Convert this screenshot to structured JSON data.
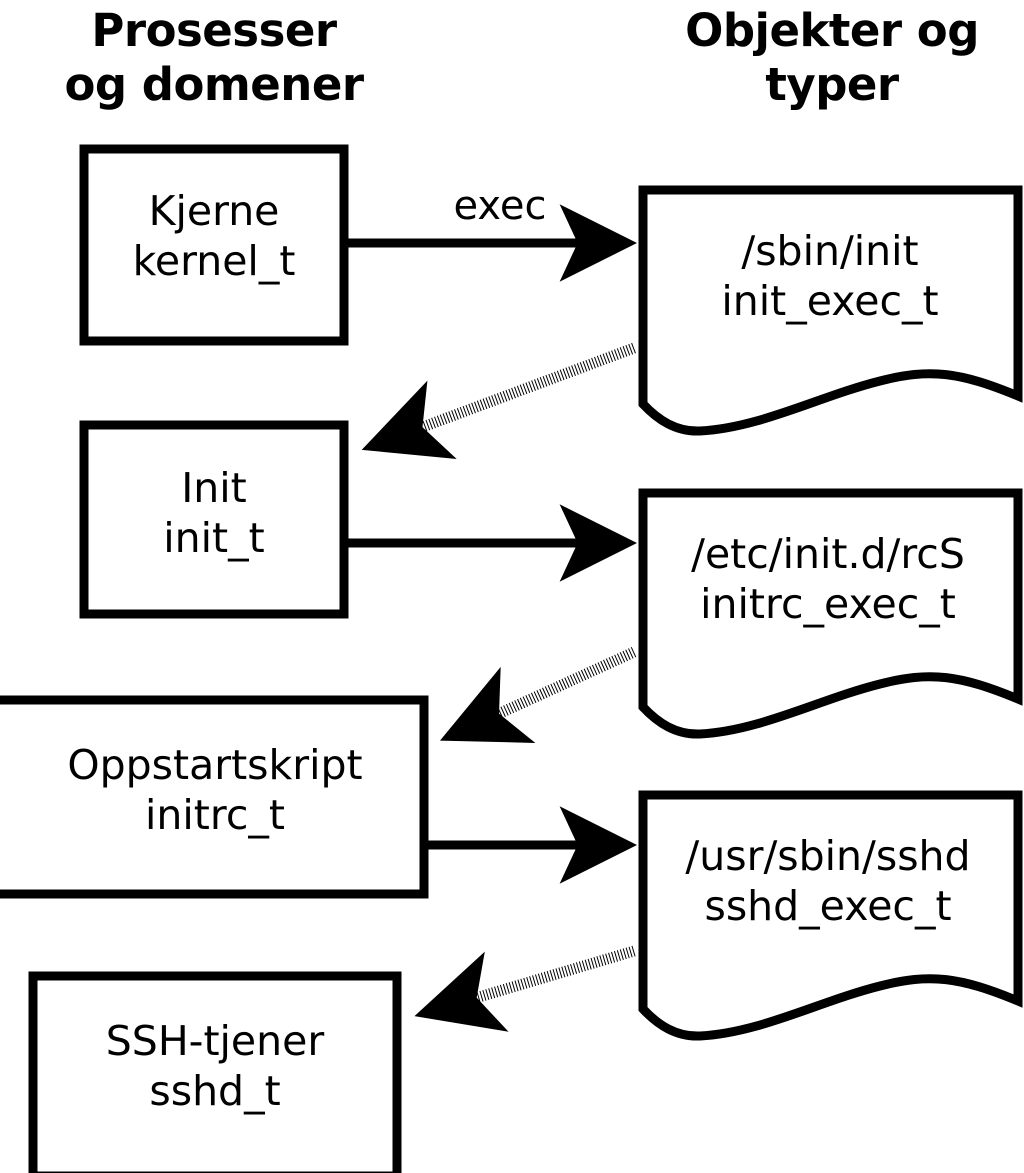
{
  "diagram": {
    "title_columns": {
      "left": "Prosesser\nog domener",
      "right": "Objekter og\ntyper"
    },
    "stroke_color": "#000000",
    "fill_color": "#ffffff",
    "processes": [
      {
        "id": "kernel",
        "name": "Kjerne",
        "type": "kernel_t",
        "label": "Kjerne\nkernel_t"
      },
      {
        "id": "init",
        "name": "Init",
        "type": "init_t",
        "label": "Init\ninit_t"
      },
      {
        "id": "initrc",
        "name": "Oppstartskript",
        "type": "initrc_t",
        "label": "Oppstartskript\ninitrc_t"
      },
      {
        "id": "sshd",
        "name": "SSH-tjener",
        "type": "sshd_t",
        "label": "SSH-tjener\nsshd_t"
      }
    ],
    "objects": [
      {
        "id": "init_exec",
        "path": "/sbin/init",
        "type": "init_exec_t",
        "label": "/sbin/init\ninit_exec_t"
      },
      {
        "id": "initrc_exec",
        "path": "/etc/init.d/rcS",
        "type": "initrc_exec_t",
        "label": "/etc/init.d/rcS\ninitrc_exec_t"
      },
      {
        "id": "sshd_exec",
        "path": "/usr/sbin/sshd",
        "type": "sshd_exec_t",
        "label": "/usr/sbin/sshd\nsshd_exec_t"
      }
    ],
    "edges": [
      {
        "id": "kernel-to-initexec",
        "from": "kernel",
        "to": "init_exec",
        "style": "solid",
        "label": "exec"
      },
      {
        "id": "initexec-to-init",
        "from": "init_exec",
        "to": "init",
        "style": "dotted",
        "label": ""
      },
      {
        "id": "init-to-initrcexec",
        "from": "init",
        "to": "initrc_exec",
        "style": "solid",
        "label": ""
      },
      {
        "id": "initrcexec-to-initrc",
        "from": "initrc_exec",
        "to": "initrc",
        "style": "dotted",
        "label": ""
      },
      {
        "id": "initrc-to-sshdexec",
        "from": "initrc",
        "to": "sshd_exec",
        "style": "solid",
        "label": ""
      },
      {
        "id": "sshdexec-to-sshd",
        "from": "sshd_exec",
        "to": "sshd",
        "style": "dotted",
        "label": ""
      }
    ]
  }
}
